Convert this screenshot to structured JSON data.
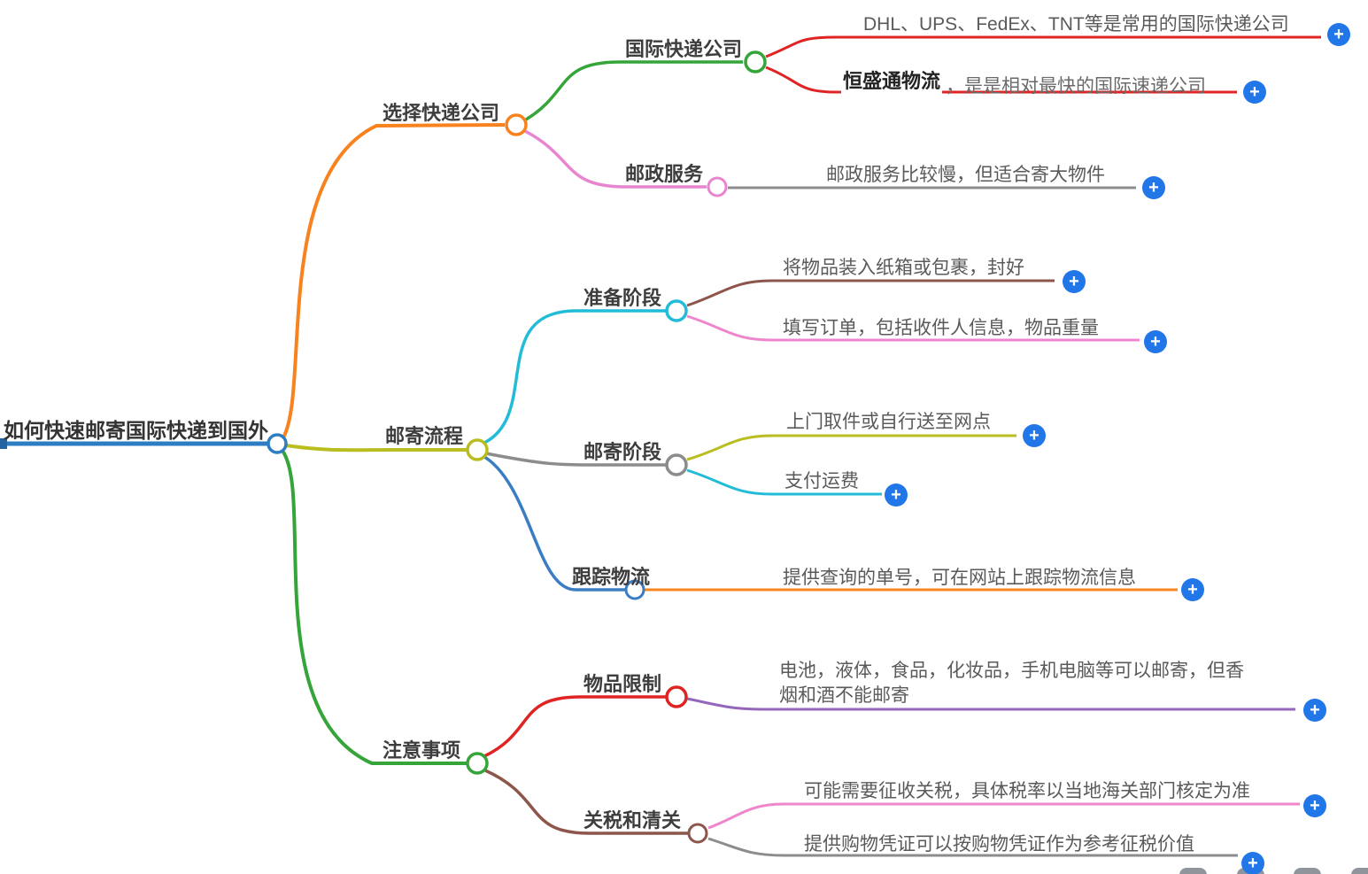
{
  "ui": {
    "plus": "+"
  },
  "palette": {
    "root_blue": "#2e7cc1",
    "root_cap": "#23639f",
    "orange": "#f8821e",
    "green": "#35a53a",
    "red": "#df2423",
    "pink": "#e884d0",
    "pink_soft": "#ef85cc",
    "gray": "#8c8c8c",
    "olive": "#b9bd20",
    "cyan": "#23bcd8",
    "brown": "#8c564b",
    "blue": "#3a7dc2",
    "orange_leaf": "#f8871f",
    "purple": "#9467bd",
    "plus_button": "#2176e8",
    "toolbar_gray": "#8f959b",
    "title_text": "#3d3d3d",
    "leaf_text": "#5a5a5a"
  },
  "root": {
    "label": "如何快速邮寄国际快递到国外"
  },
  "b1": {
    "label": "选择快递公司",
    "intl": {
      "label": "国际快递公司",
      "leaf1": "DHL、UPS、FedEx、TNT等是常用的国际快递公司",
      "leaf2_bold": "恒盛通物流",
      "leaf2_rest": "，是是相对最快的国际速递公司"
    },
    "postal": {
      "label": "邮政服务",
      "leaf1": "邮政服务比较慢，但适合寄大物件"
    }
  },
  "b2": {
    "label": "邮寄流程",
    "prepare": {
      "label": "准备阶段",
      "leaf1": "将物品装入纸箱或包裹，封好",
      "leaf2": "填写订单，包括收件人信息，物品重量"
    },
    "mailing": {
      "label": "邮寄阶段",
      "leaf1": "上门取件或自行送至网点",
      "leaf2": "支付运费"
    },
    "tracking": {
      "label": "跟踪物流",
      "leaf1": "提供查询的单号，可在网站上跟踪物流信息"
    }
  },
  "b3": {
    "label": "注意事项",
    "restrict": {
      "label": "物品限制",
      "leaf1": "电池，液体，食品，化妆品，手机电脑等可以邮寄，但香烟和酒不能邮寄"
    },
    "customs": {
      "label": "关税和清关",
      "leaf1": "可能需要征收关税，具体税率以当地海关部门核定为准",
      "leaf2": "提供购物凭证可以按购物凭证作为参考征税价值"
    }
  }
}
